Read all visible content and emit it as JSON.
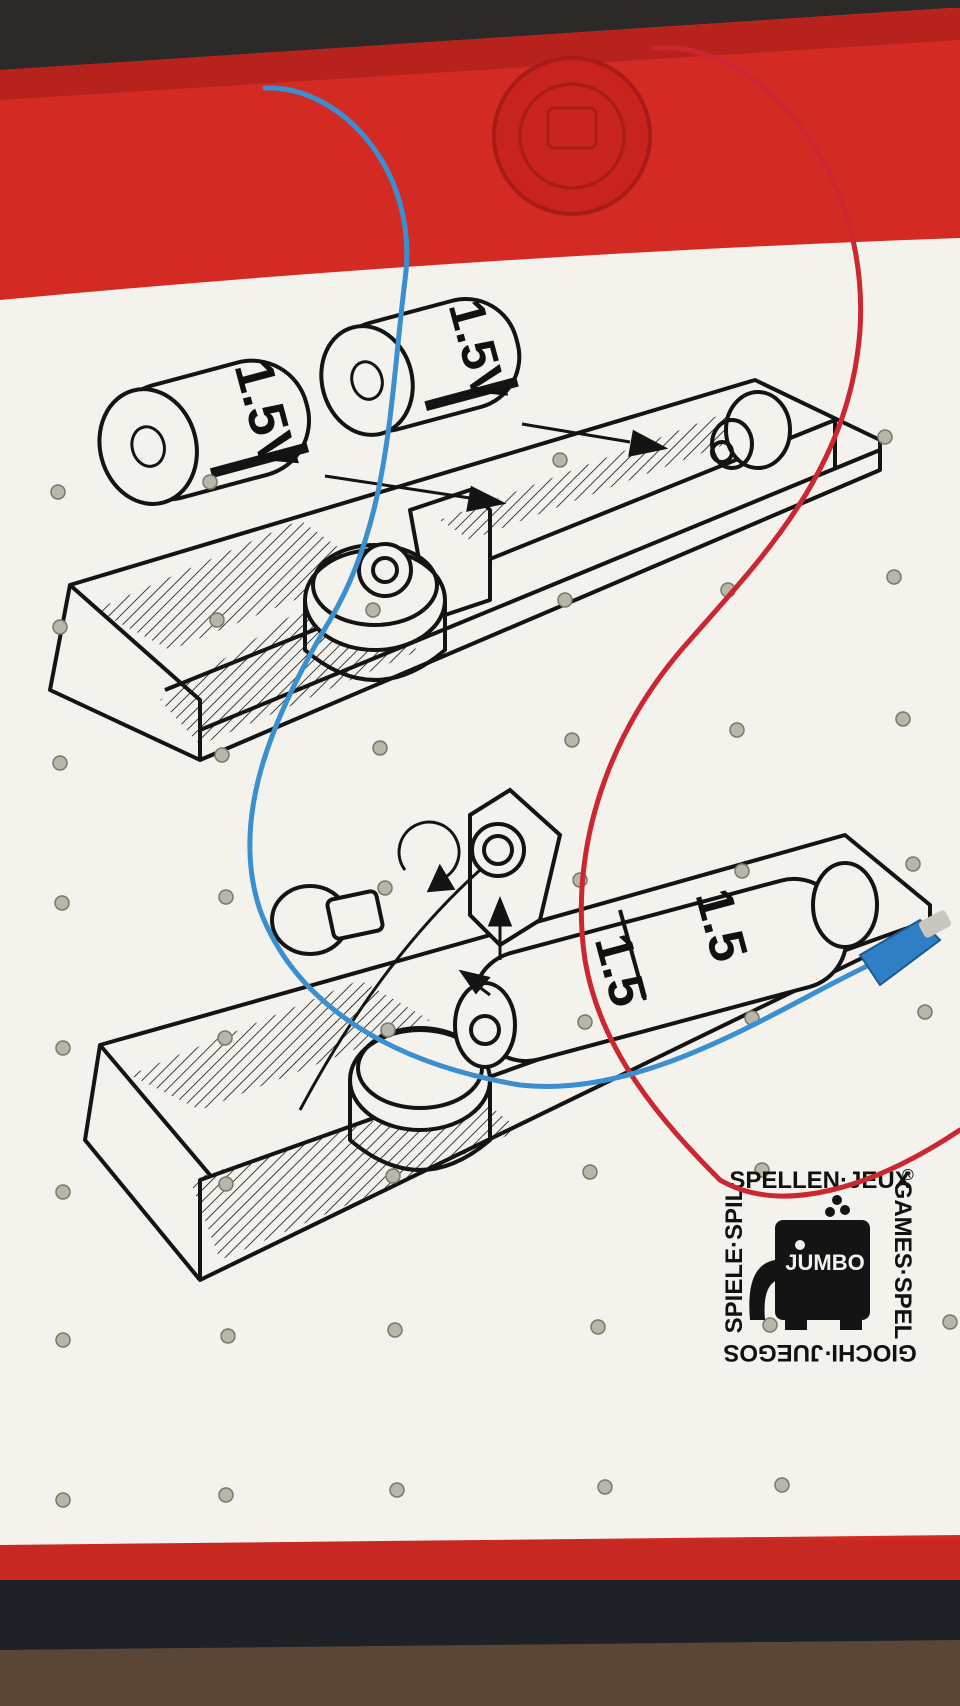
{
  "photo": {
    "colors": {
      "box_red": "#d42a24",
      "box_red_dark": "#a81c18",
      "card_white": "#f4f2ec",
      "ink": "#141414",
      "wire_blue": "#3a8fd0",
      "wire_red": "#cc2630",
      "rivet": "#b9b5a8",
      "background": "#2b2a28",
      "floor": "#5a4636"
    },
    "battery_labels": {
      "top_left": "1.5V",
      "top_right": "1.5V",
      "bottom_left": "1.5",
      "bottom_right": "1.5"
    },
    "brand": {
      "name": "JUMBO",
      "ring_top": "SPELLEN·JEUX",
      "ring_right": "GAMES·SPEL",
      "ring_bottom": "GIOCHI·JUEGOS",
      "ring_left": "SPIELE·SPIL",
      "registered": "®"
    },
    "icons": [
      "battery-icon",
      "bulb-icon",
      "socket-icon",
      "elephant-logo",
      "embossed-seal"
    ]
  }
}
